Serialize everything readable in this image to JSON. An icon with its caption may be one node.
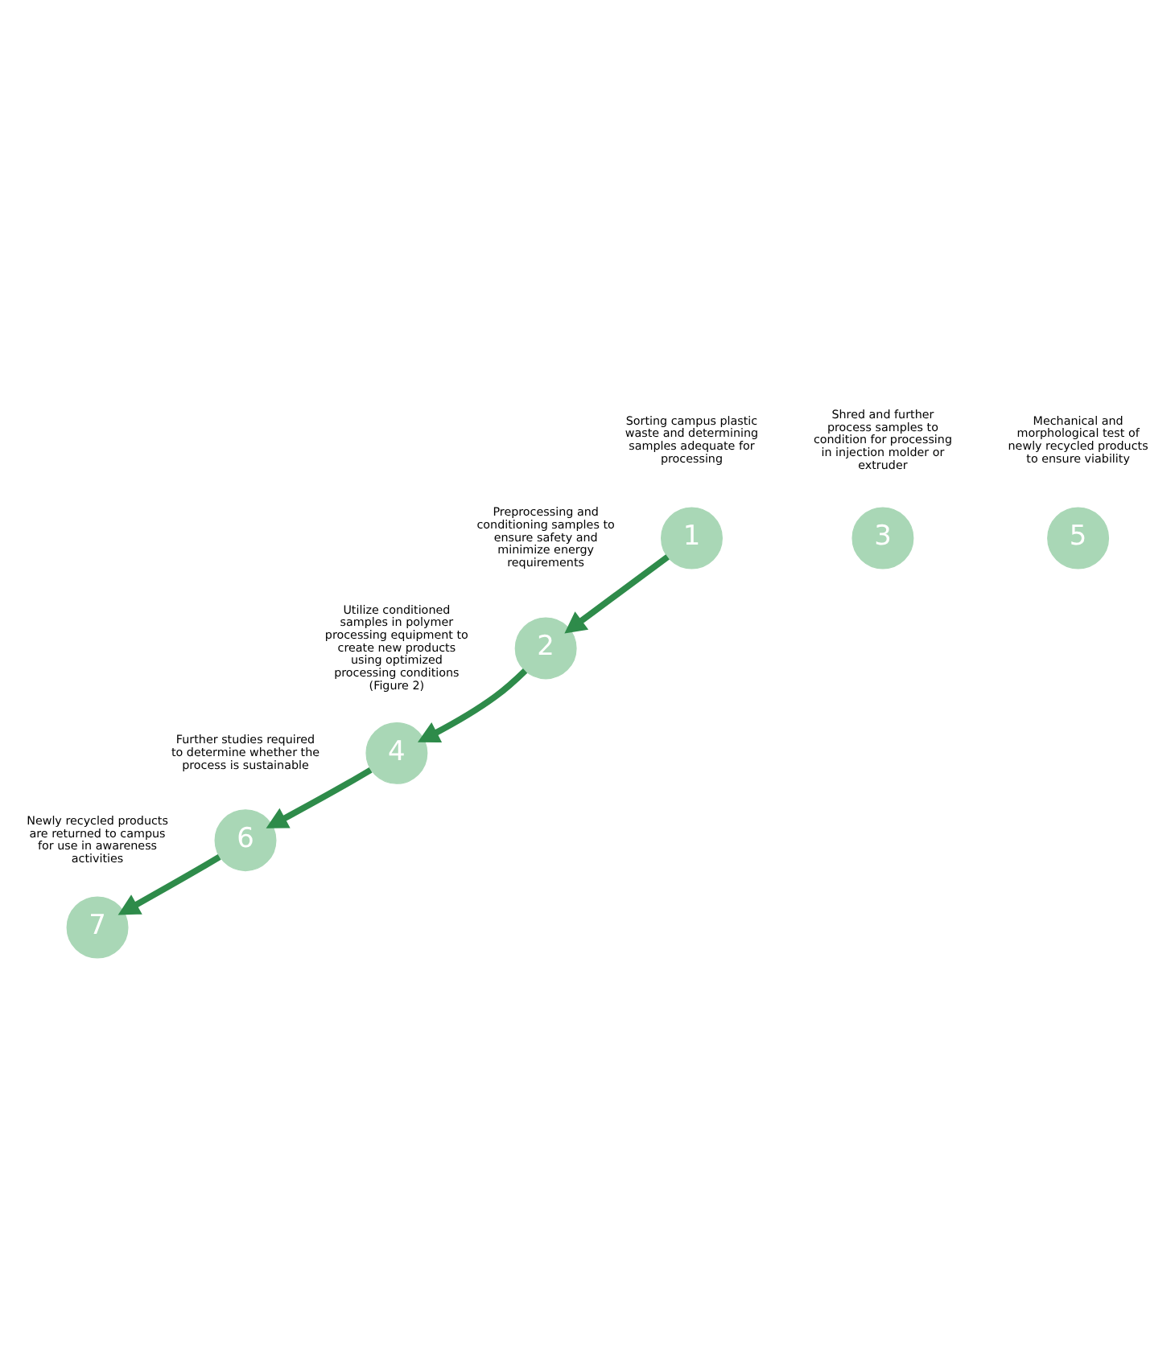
{
  "diagram": {
    "nodes": [
      {
        "text": [
          "1"
        ],
        "beside": [
          "Sorting campus plastic waste and determining samples adequate for processing"
        ]
      },
      {
        "text": [
          "2"
        ],
        "beside": [
          "Preprocessing and conditioning samples to ensure safety and minimize energy requirements"
        ]
      },
      {
        "text": [
          "3"
        ],
        "beside": [
          "Shred and further process samples to condition for processing in injection molder or extruder"
        ]
      },
      {
        "text": [
          "4"
        ],
        "beside": [
          "Utilize conditioned samples in polymer processing equipment to create new products using optimized processing conditions (Figure 2)"
        ]
      },
      {
        "text": [
          "5"
        ],
        "beside": [
          "Mechanical and morphological test of newly recycled products to ensure viability"
        ]
      },
      {
        "text": [
          "6"
        ],
        "beside": [
          "Further studies required to determine whether the process is sustainable"
        ]
      },
      {
        "text": [
          "7"
        ],
        "beside": [
          "Newly recycled products are returned to campus for use in awareness activities"
        ]
      }
    ],
    "edges": [
      {
        "from": 0,
        "to": 1,
        "arrow": "to"
      },
      {
        "from": 1,
        "to": 3,
        "arrow": "to"
      },
      {
        "from": 3,
        "to": 5,
        "arrow": "to"
      },
      {
        "from": 5,
        "to": 6,
        "arrow": "to"
      }
    ]
  }
}
